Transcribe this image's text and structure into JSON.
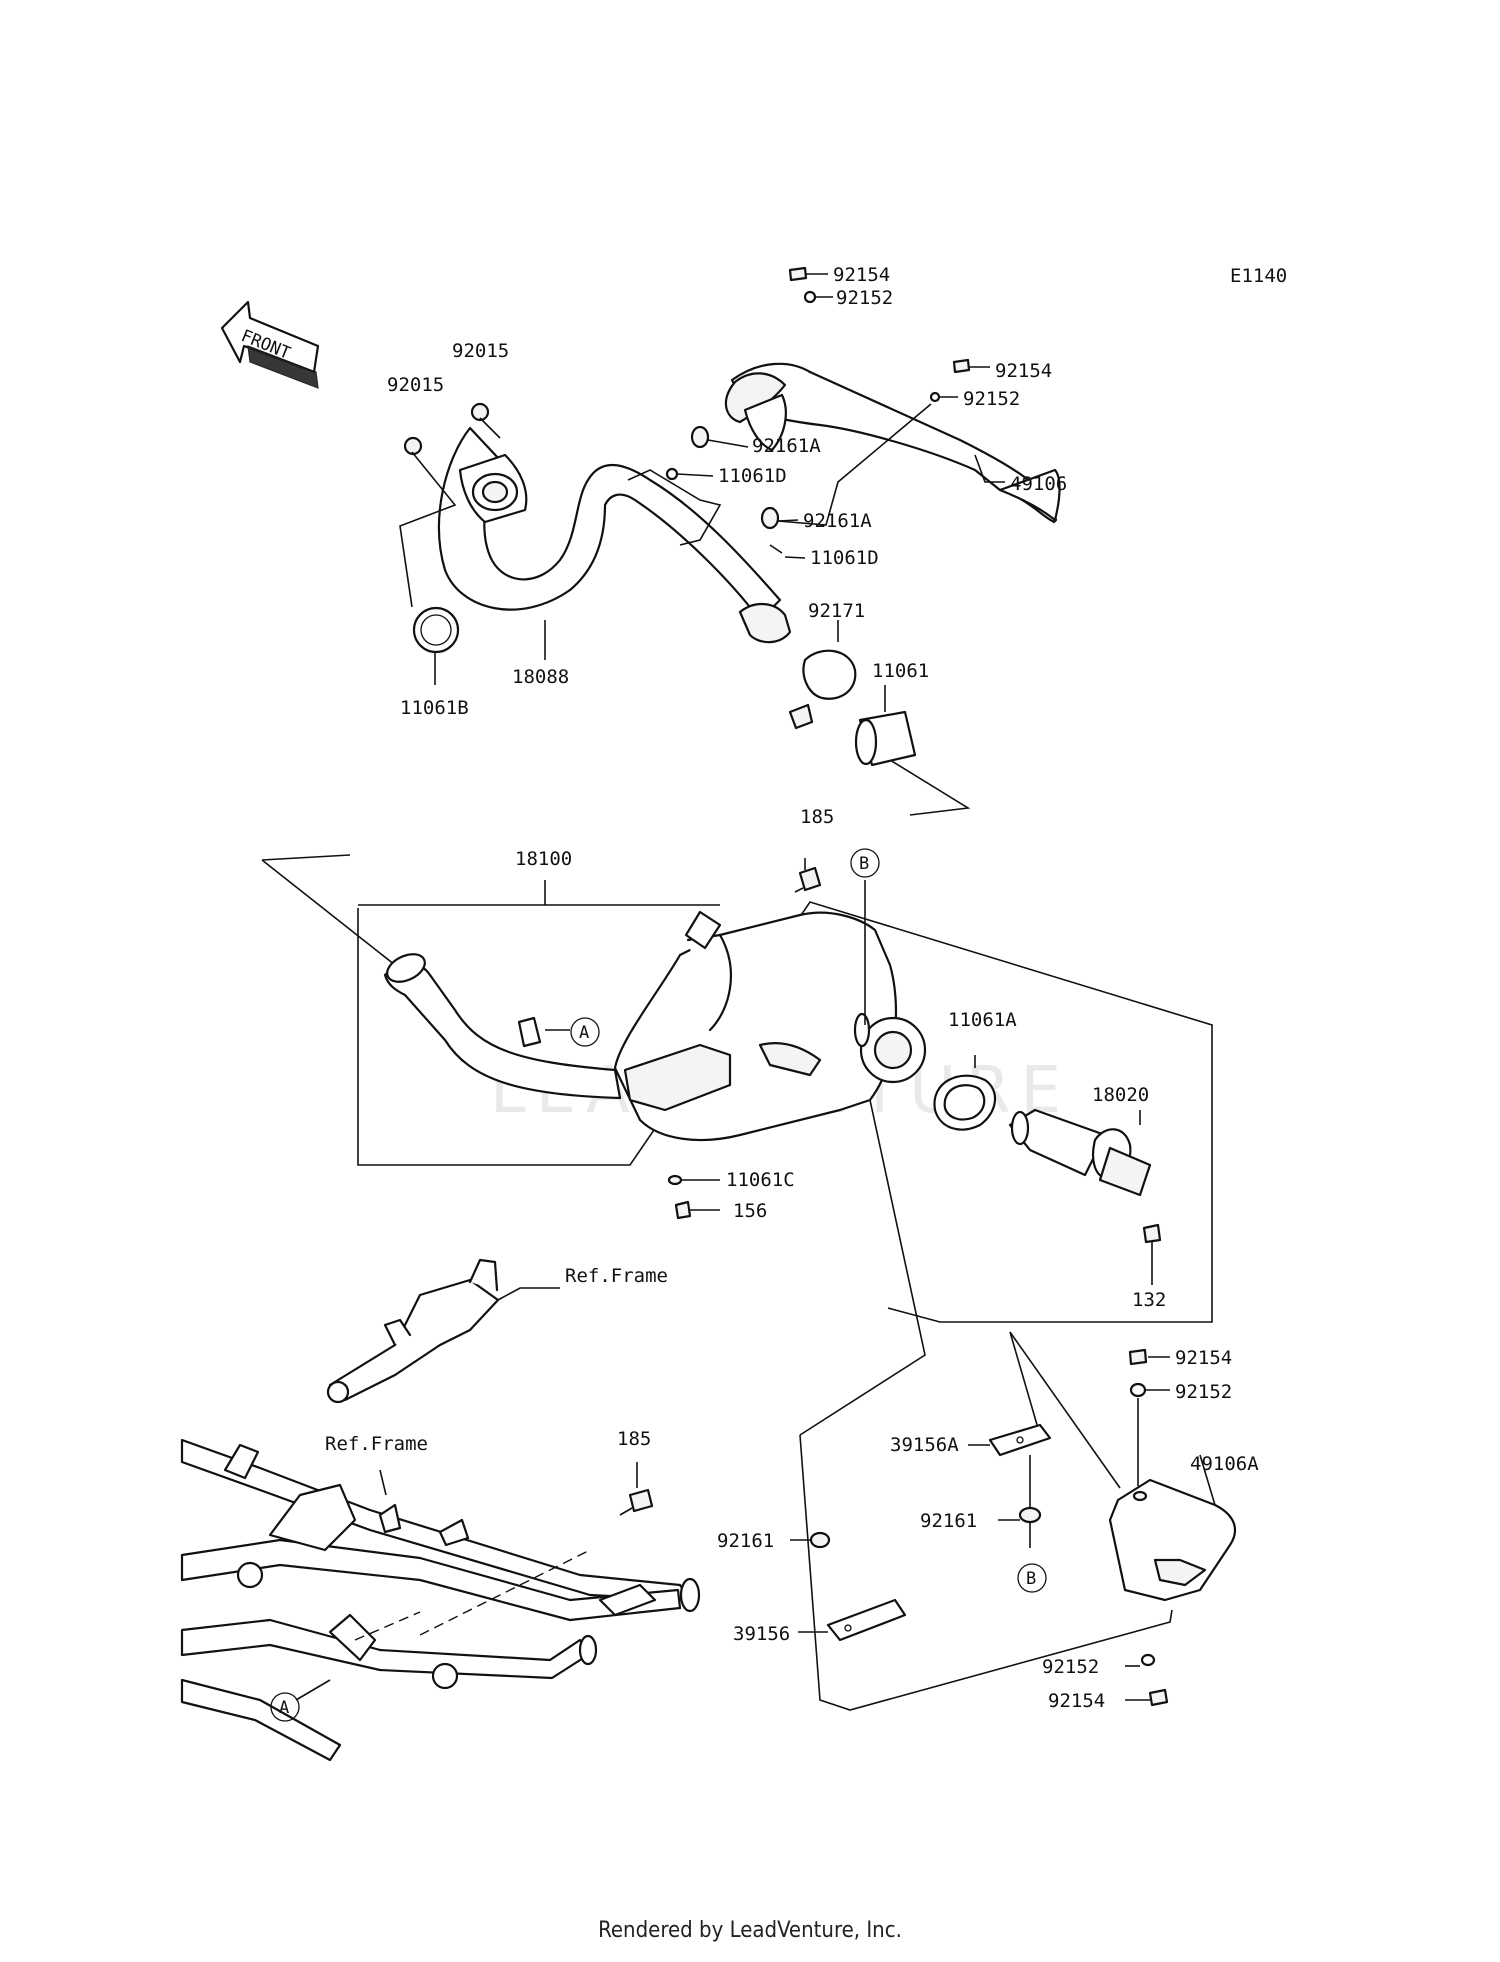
{
  "diagram_code": "E1140",
  "front_label": "FRONT",
  "watermark": "LEADVENTURE",
  "footer": "Rendered by LeadVenture, Inc.",
  "labels": {
    "l92154_a": "92154",
    "l92152_a": "92152",
    "l92154_b": "92154",
    "l92152_b": "92152",
    "l92015_a": "92015",
    "l92015_b": "92015",
    "l92161A_a": "92161A",
    "l11061D_a": "11061D",
    "l49106": "49106",
    "l92161A_b": "92161A",
    "l11061D_b": "11061D",
    "l92171": "92171",
    "l11061": "11061",
    "l11061B": "11061B",
    "l18088": "18088",
    "l185_a": "185",
    "l18100": "18100",
    "lB_a": "B",
    "lA_a": "A",
    "l11061A": "11061A",
    "l18020": "18020",
    "l11061C": "11061C",
    "l156": "156",
    "l132": "132",
    "lRefFrame_a": "Ref.Frame",
    "lRefFrame_b": "Ref.Frame",
    "l185_b": "185",
    "l92154_c": "92154",
    "l92152_c": "92152",
    "l49106A": "49106A",
    "l39156A": "39156A",
    "l92161_a": "92161",
    "l92161_b": "92161",
    "lB_b": "B",
    "l39156": "39156",
    "l92152_d": "92152",
    "l92154_d": "92154",
    "lA_b": "A"
  }
}
